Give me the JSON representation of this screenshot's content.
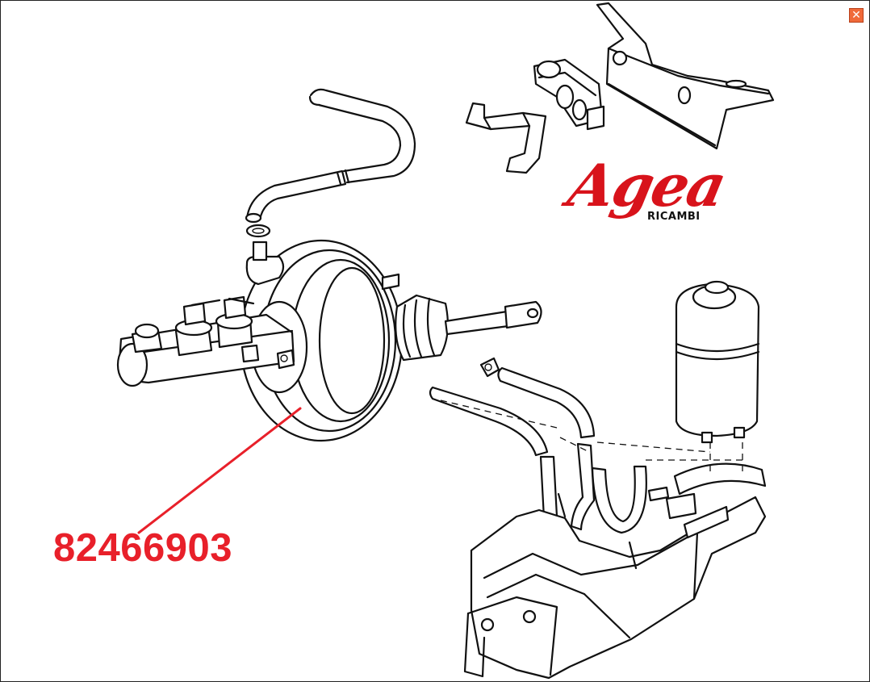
{
  "window": {
    "close_glyph": "✕"
  },
  "brand": {
    "name": "Agea",
    "subtitle": "RICAMBI",
    "color": "#d8131b"
  },
  "callout": {
    "part_number": "82466903",
    "color": "#e8202a"
  },
  "icons": {
    "close": "close-icon"
  }
}
